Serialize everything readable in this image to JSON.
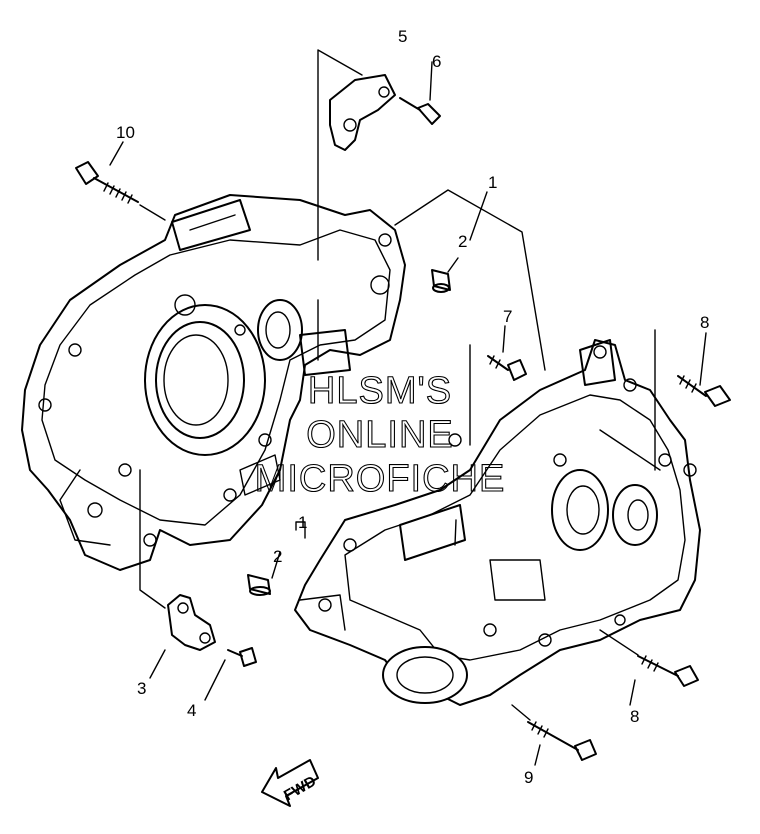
{
  "callouts": {
    "c1_top": "1",
    "c1_mid": "1",
    "c2_top": "2",
    "c2_mid": "2",
    "c3": "3",
    "c4": "4",
    "c5": "5",
    "c6": "6",
    "c7": "7",
    "c8_top": "8",
    "c8_bottom": "8",
    "c9": "9",
    "c10": "10"
  },
  "watermark": {
    "line1": "HLSM'S",
    "line2": "ONLINE",
    "line3": "MICROFICHE"
  },
  "fwd_label": "FWD"
}
